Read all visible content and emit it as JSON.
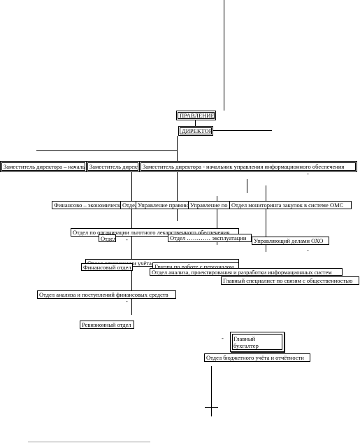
{
  "org": {
    "board": "ПРАВЛЕНИЕ",
    "director": "ДИРЕКТОР",
    "deputies": [
      "Заместитель директора – начальник",
      "Заместитель директора",
      "Заместитель директора - начальник управления информационного обеспечения"
    ],
    "row1": [
      "Финансово – экономический",
      "Отдел",
      "Управление правовое",
      "Управление по",
      "Отдел  мониторинга закупок в системе ОМС"
    ],
    "odlo": "Отдел по организации льготного лекарственного обеспечения",
    "otdel_small": "Отдел",
    "otdel_exploit": "Отдел ………… эксплуатации",
    "affairs": "Управляющий делами  ОХО",
    "accounting_org": "Отдел организации учёта",
    "finance_dept": "Финансовый отдел",
    "personnel_group": "Группа по работе с персоналом",
    "it_analysis": "Отдел анализа, проектирования и разработки информационных систем",
    "pr_specialist": "Главный специалист по связям с общественностью",
    "revenue_analysis": "Отдел анализа и поступлений финансовых средств",
    "audit": "Ревизионный отдел",
    "chief_accountant": "Главный бухгалтер",
    "budget_dept": "Отдел бюджетного учёта и отчётности",
    "dash": "-"
  }
}
